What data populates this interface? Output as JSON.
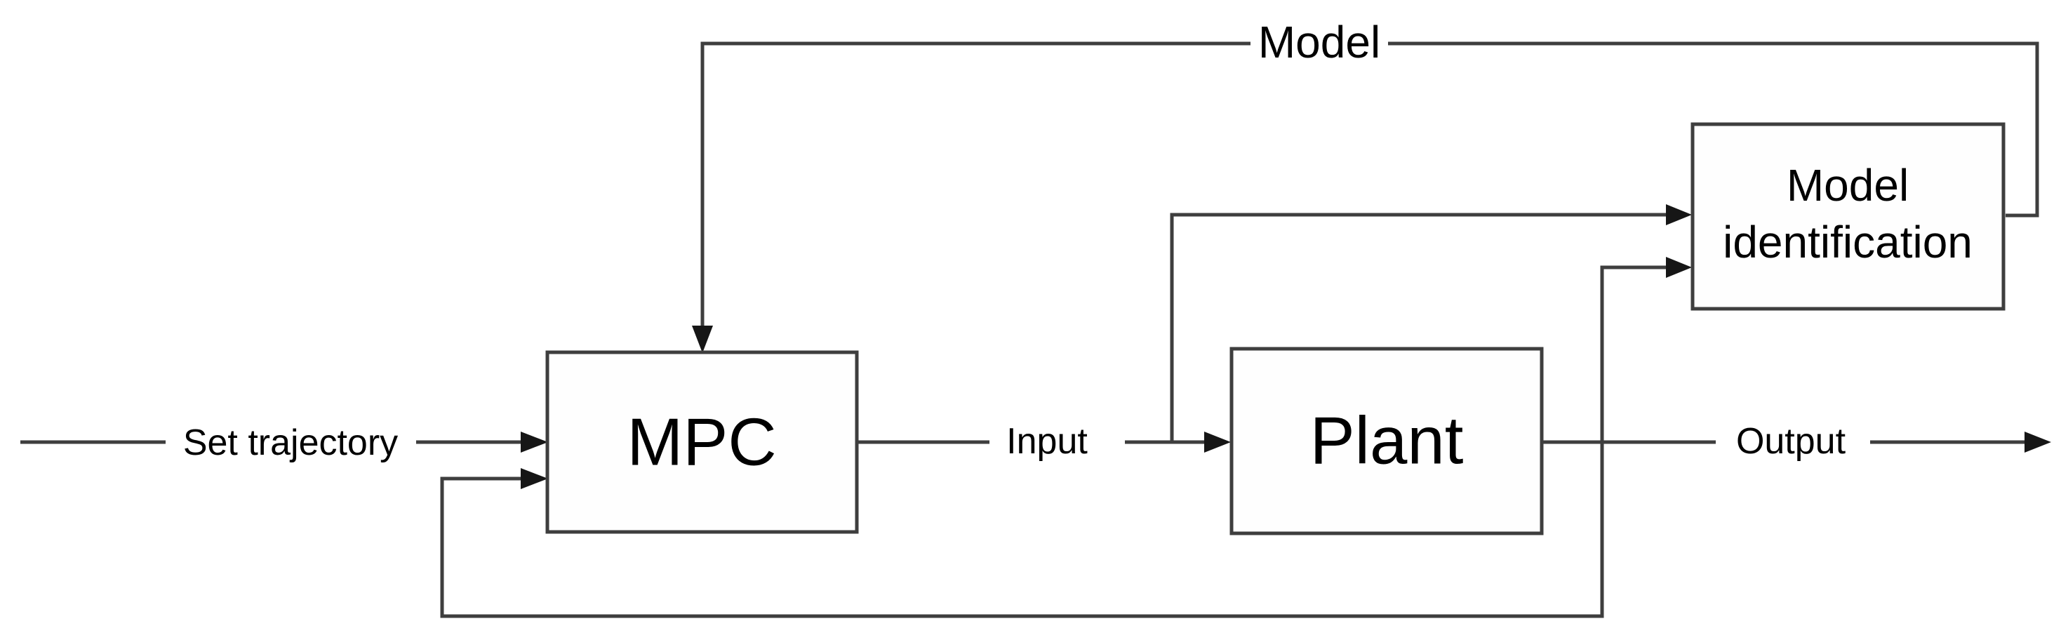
{
  "figure": {
    "type": "block-diagram"
  },
  "blocks": {
    "mpc": {
      "label": "MPC"
    },
    "plant": {
      "label": "Plant"
    },
    "model_identification": {
      "label_line1": "Model",
      "label_line2": "identification"
    }
  },
  "labels": {
    "model_feedback": "Model",
    "set_trajectory": "Set trajectory",
    "input": "Input",
    "output": "Output"
  },
  "colors": {
    "background": "#ffffff",
    "line": "#3e3e3e",
    "arrowhead": "#161616",
    "text": "#000000",
    "box_fill": "#fefefe",
    "box_border": "#3e3e3e"
  }
}
